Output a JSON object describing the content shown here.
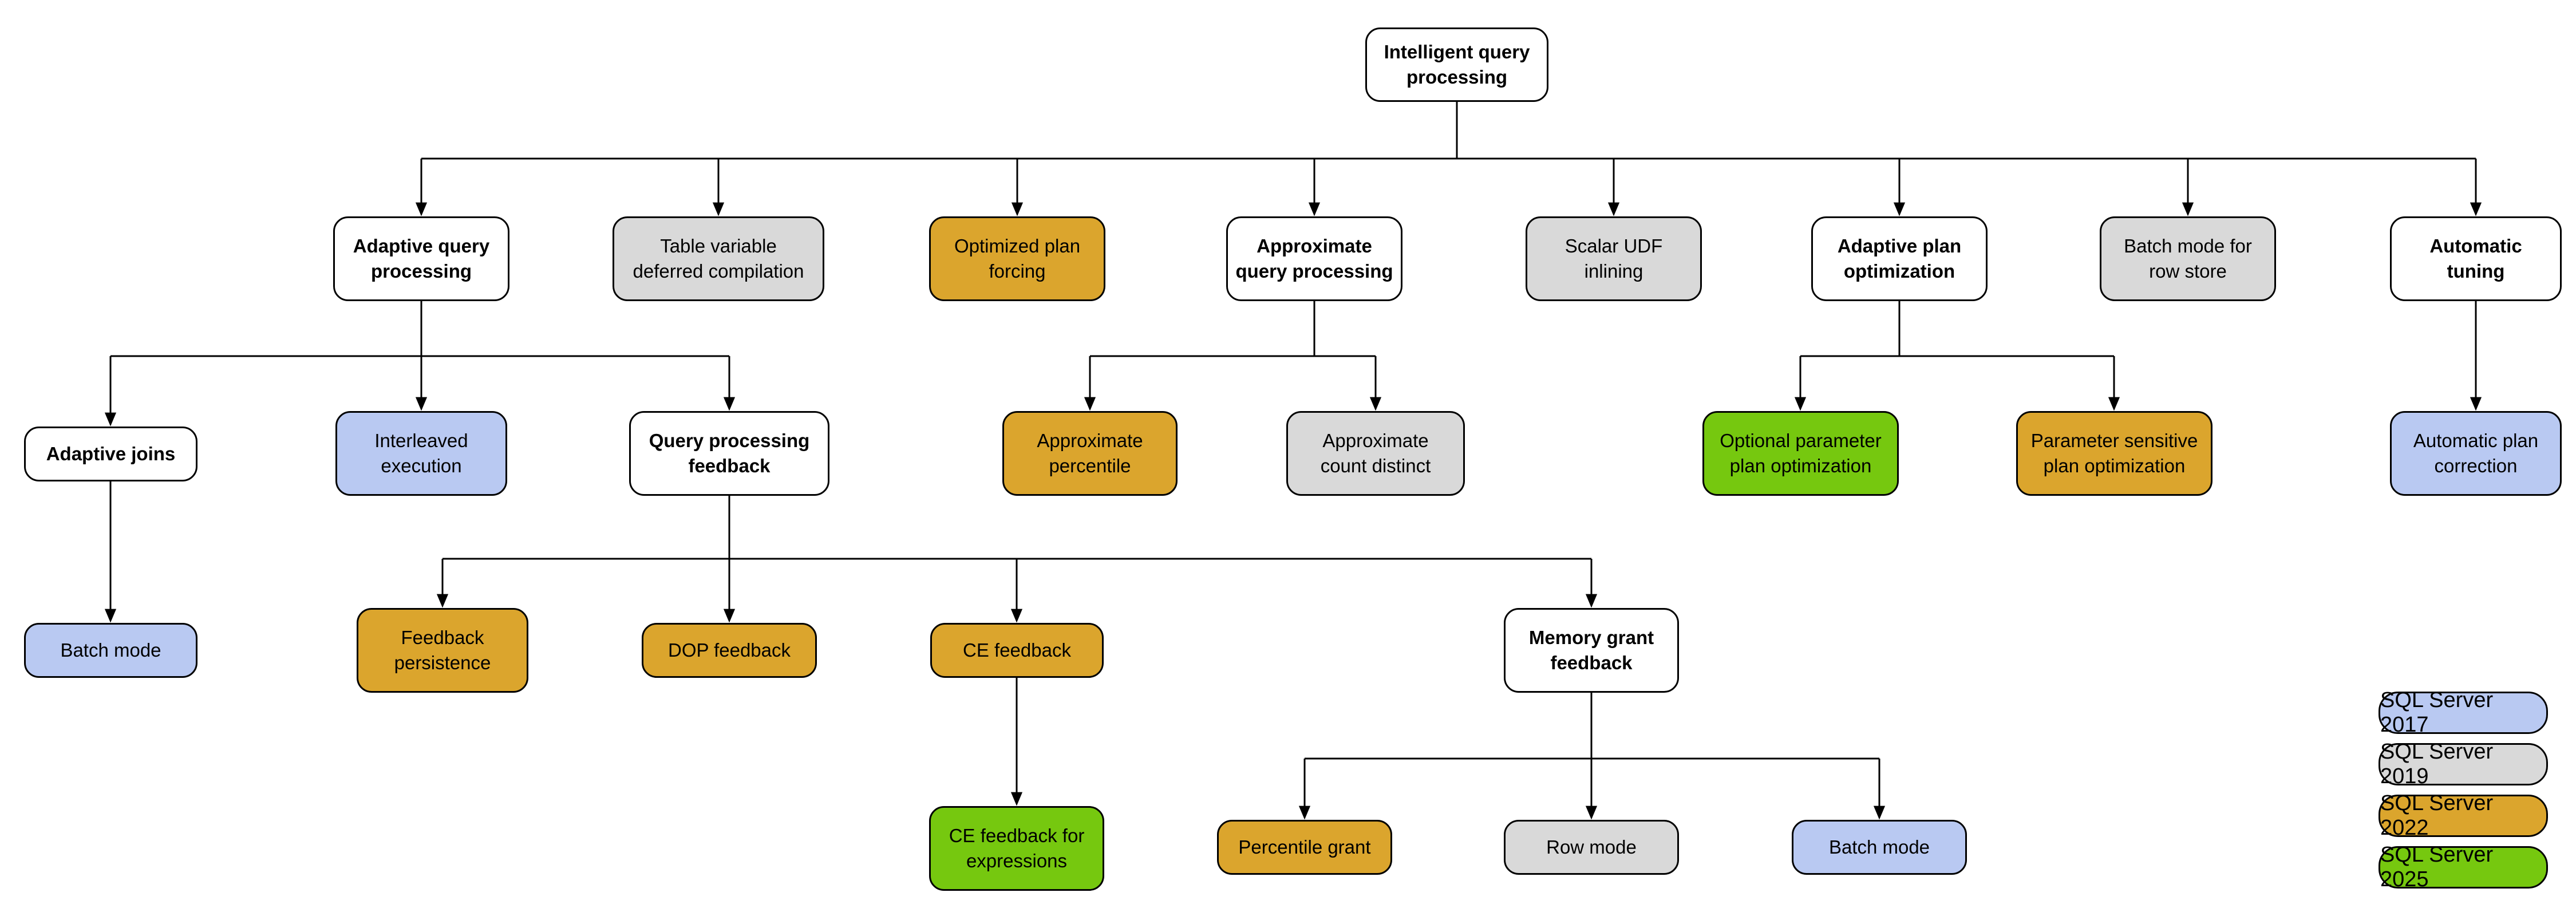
{
  "colors": {
    "2017": "#B9C9F2",
    "2019": "#D9D9D9",
    "2022": "#DBA52D",
    "2025": "#76C80F",
    "category": "#FFFFFF",
    "line_and_border": "#000000"
  },
  "nodes": {
    "intelligent_query_processing": {
      "label": "Intelligent query\nprocessing",
      "version": "category"
    },
    "adaptive_query_processing": {
      "label": "Adaptive query\nprocessing",
      "version": "category"
    },
    "table_variable_deferred_compilation": {
      "label": "Table variable\ndeferred compilation",
      "version": "2019"
    },
    "optimized_plan_forcing": {
      "label": "Optimized plan\nforcing",
      "version": "2022"
    },
    "approximate_query_processing": {
      "label": "Approximate\nquery processing",
      "version": "category"
    },
    "scalar_udf_inlining": {
      "label": "Scalar UDF\ninlining",
      "version": "2019"
    },
    "adaptive_plan_optimization": {
      "label": "Adaptive plan\noptimization",
      "version": "category"
    },
    "batch_mode_for_row_store": {
      "label": "Batch mode for\nrow store",
      "version": "2019"
    },
    "automatic_tuning": {
      "label": "Automatic\ntuning",
      "version": "category"
    },
    "adaptive_joins": {
      "label": "Adaptive joins",
      "version": "category"
    },
    "interleaved_execution": {
      "label": "Interleaved\nexecution",
      "version": "2017"
    },
    "query_processing_feedback": {
      "label": "Query processing\nfeedback",
      "version": "category"
    },
    "approximate_percentile": {
      "label": "Approximate\npercentile",
      "version": "2022"
    },
    "approximate_count_distinct": {
      "label": "Approximate\ncount distinct",
      "version": "2019"
    },
    "optional_parameter_plan_optimization": {
      "label": "Optional parameter\nplan optimization",
      "version": "2025"
    },
    "parameter_sensitive_plan_optimization": {
      "label": "Parameter sensitive\nplan optimization",
      "version": "2022"
    },
    "automatic_plan_correction": {
      "label": "Automatic plan\ncorrection",
      "version": "2017"
    },
    "batch_mode_adaptive_joins": {
      "label": "Batch mode",
      "version": "2017"
    },
    "feedback_persistence": {
      "label": "Feedback\npersistence",
      "version": "2022"
    },
    "dop_feedback": {
      "label": "DOP feedback",
      "version": "2022"
    },
    "ce_feedback": {
      "label": "CE feedback",
      "version": "2022"
    },
    "memory_grant_feedback": {
      "label": "Memory grant\nfeedback",
      "version": "category"
    },
    "ce_feedback_for_expressions": {
      "label": "CE feedback for\nexpressions",
      "version": "2025"
    },
    "percentile_grant": {
      "label": "Percentile grant",
      "version": "2022"
    },
    "row_mode": {
      "label": "Row mode",
      "version": "2019"
    },
    "batch_mode_memory_grant": {
      "label": "Batch mode",
      "version": "2017"
    }
  },
  "edges": [
    {
      "from": "intelligent_query_processing",
      "to": [
        "adaptive_query_processing",
        "table_variable_deferred_compilation",
        "optimized_plan_forcing",
        "approximate_query_processing",
        "scalar_udf_inlining",
        "adaptive_plan_optimization",
        "batch_mode_for_row_store",
        "automatic_tuning"
      ]
    },
    {
      "from": "adaptive_query_processing",
      "to": [
        "adaptive_joins",
        "interleaved_execution",
        "query_processing_feedback"
      ]
    },
    {
      "from": "approximate_query_processing",
      "to": [
        "approximate_percentile",
        "approximate_count_distinct"
      ]
    },
    {
      "from": "adaptive_plan_optimization",
      "to": [
        "optional_parameter_plan_optimization",
        "parameter_sensitive_plan_optimization"
      ]
    },
    {
      "from": "automatic_tuning",
      "to": [
        "automatic_plan_correction"
      ]
    },
    {
      "from": "adaptive_joins",
      "to": [
        "batch_mode_adaptive_joins"
      ]
    },
    {
      "from": "query_processing_feedback",
      "to": [
        "feedback_persistence",
        "dop_feedback",
        "ce_feedback",
        "memory_grant_feedback"
      ]
    },
    {
      "from": "ce_feedback",
      "to": [
        "ce_feedback_for_expressions"
      ]
    },
    {
      "from": "memory_grant_feedback",
      "to": [
        "percentile_grant",
        "row_mode",
        "batch_mode_memory_grant"
      ]
    }
  ],
  "legend": {
    "items": [
      {
        "label": "SQL Server 2017",
        "version": "2017"
      },
      {
        "label": "SQL Server 2019",
        "version": "2019"
      },
      {
        "label": "SQL Server 2022",
        "version": "2022"
      },
      {
        "label": "SQL Server 2025",
        "version": "2025"
      }
    ]
  }
}
